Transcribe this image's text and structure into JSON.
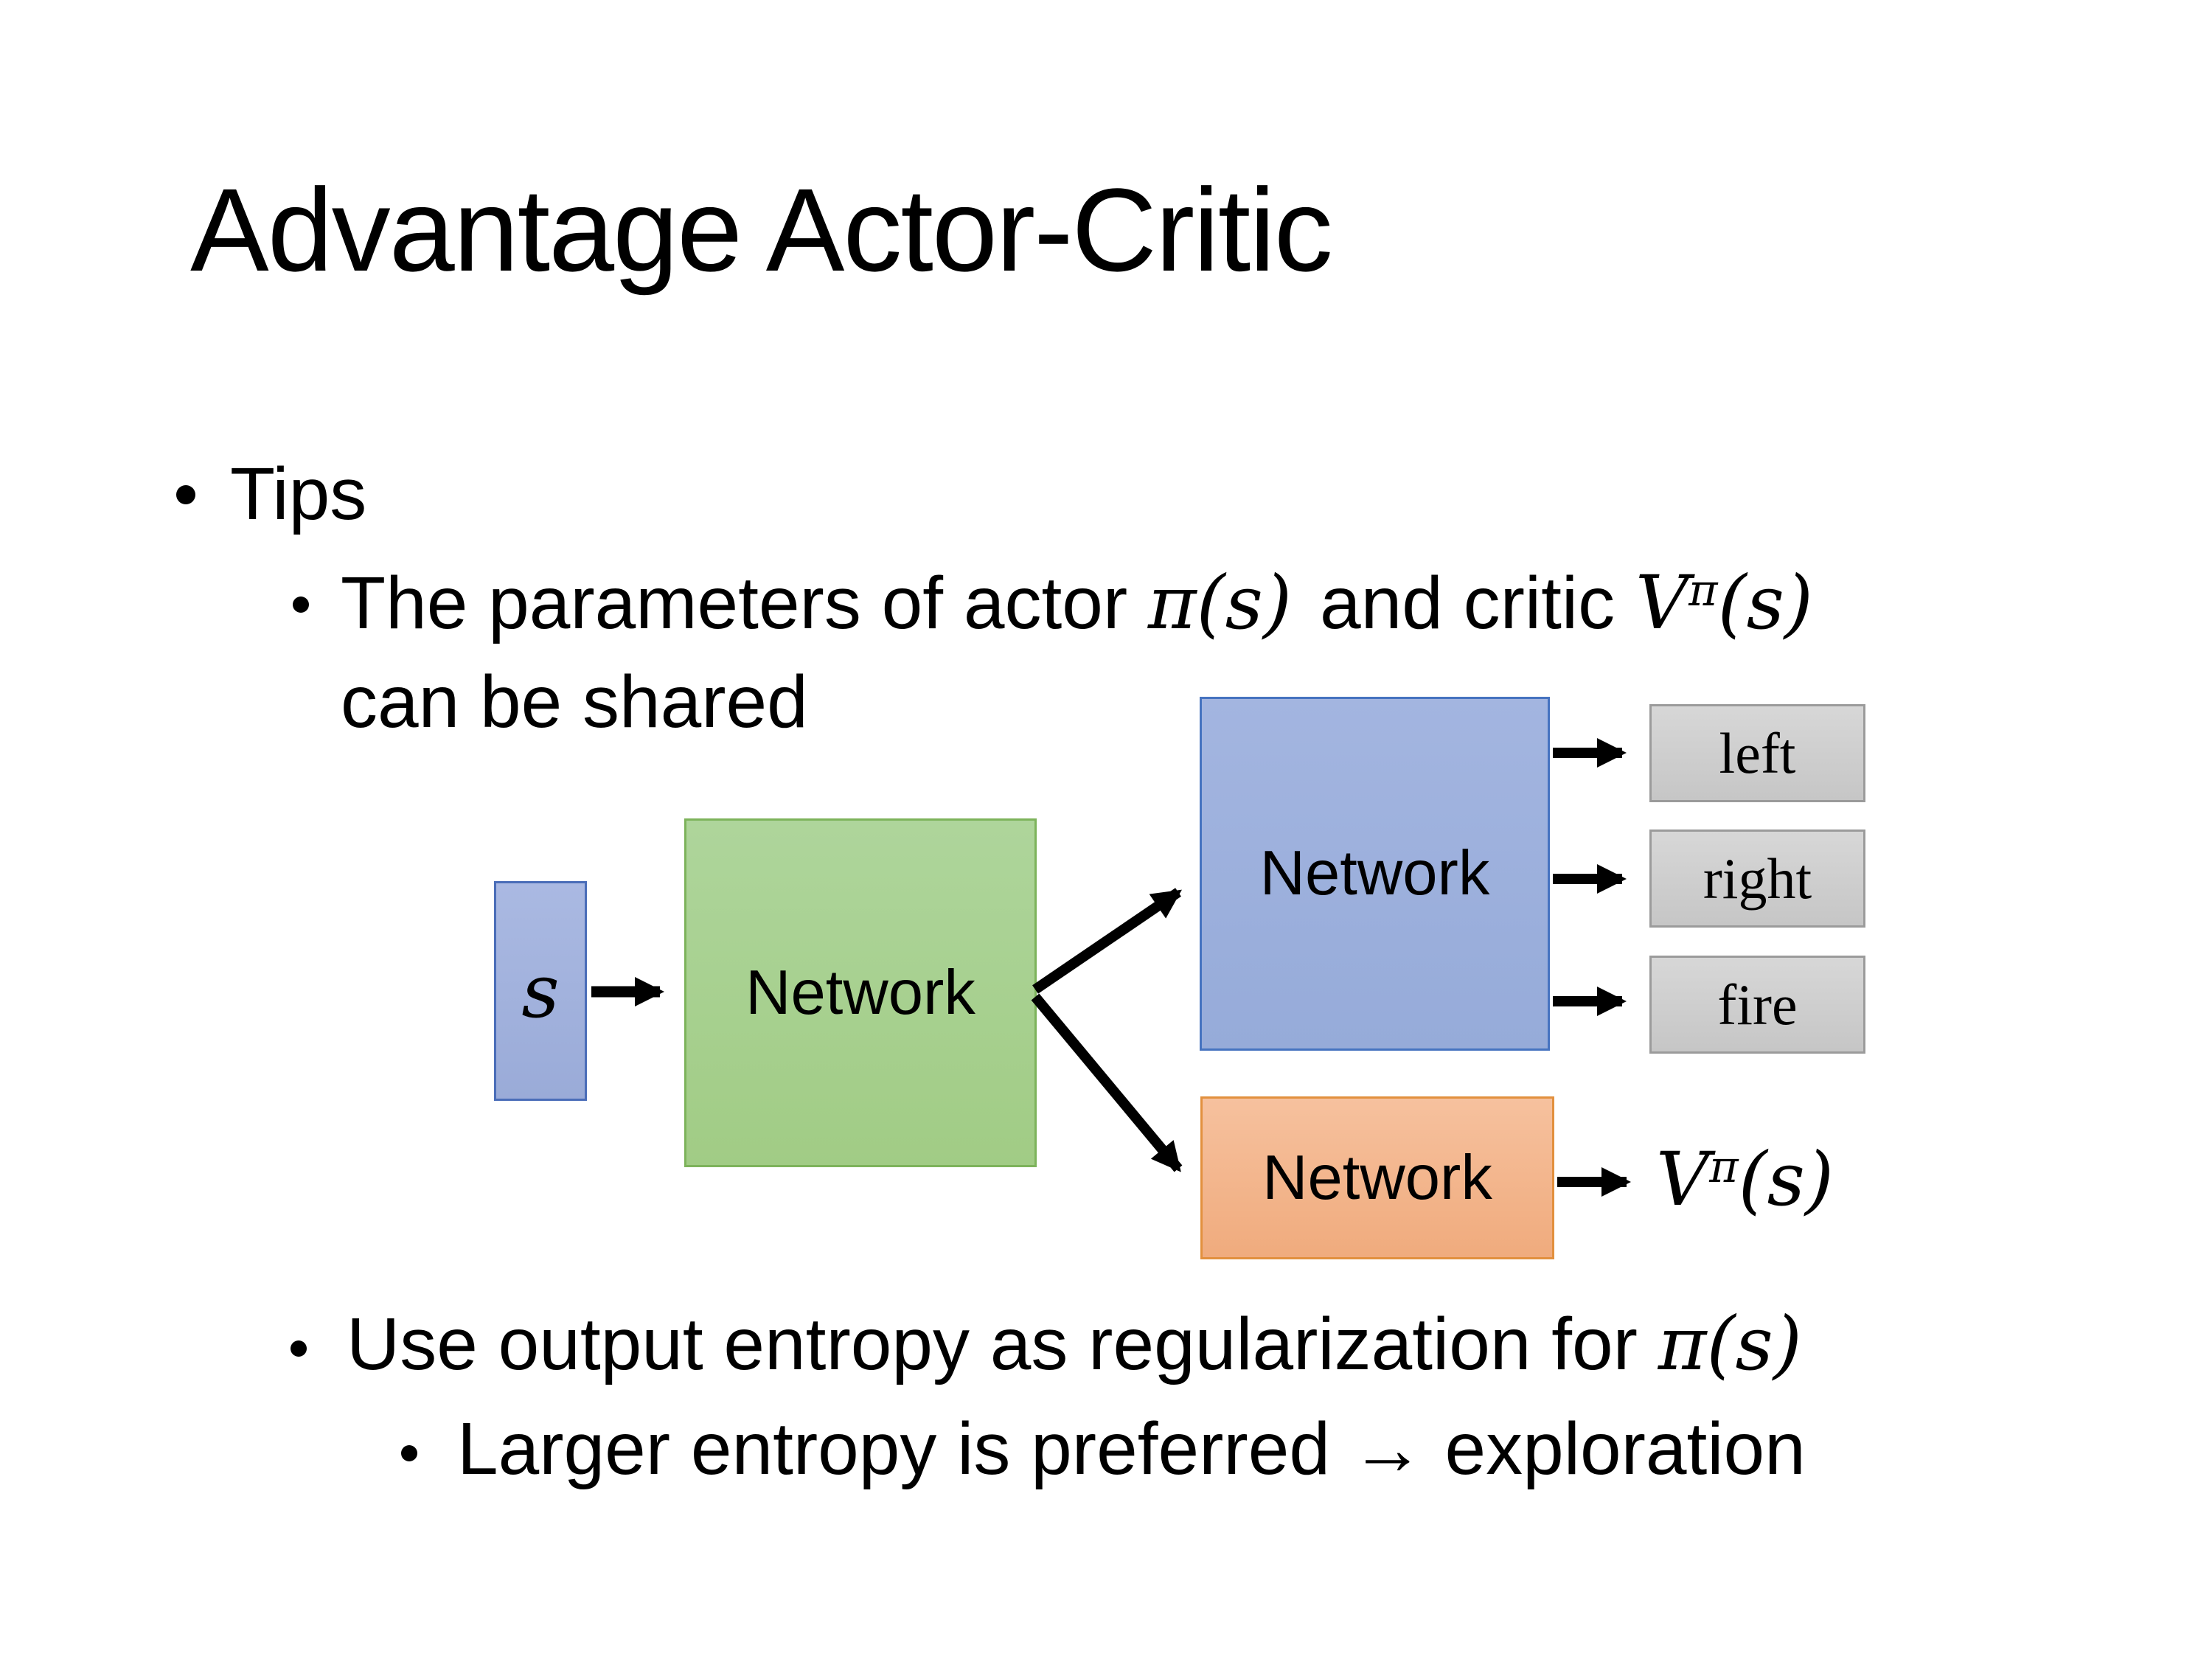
{
  "slide": {
    "title": "Advantage Actor-Critic"
  },
  "bullets": {
    "tips": "Tips",
    "param": {
      "pre": "The parameters of actor ",
      "pi": "π(s)",
      "mid": "and critic ",
      "v": "V",
      "v_sup": "π",
      "v_arg": "(s)"
    },
    "param_line2": "can be shared",
    "entropy": {
      "pre": "Use output entropy as regularization for ",
      "pi": "π(s)"
    },
    "larger": "Larger entropy is preferred → exploration"
  },
  "diagram": {
    "state": "s",
    "shared": "Network",
    "actor": "Network",
    "critic": "Network",
    "actions": [
      "left",
      "right",
      "fire"
    ],
    "value": {
      "v": "V",
      "sup": "π",
      "arg": "(s)"
    }
  },
  "colors": {
    "state_fill": "#a3b2de",
    "state_border": "#4a6db8",
    "shared_fill": "#a8d08f",
    "shared_border": "#7db35b",
    "actor_fill": "#9fb2de",
    "actor_border": "#4673c0",
    "critic_fill": "#f3b796",
    "critic_border": "#e2903e",
    "action_fill": "#d0d0d0",
    "action_border": "#9b9b9b",
    "arrow": "#000000",
    "text": "#000000",
    "background": "#ffffff"
  }
}
